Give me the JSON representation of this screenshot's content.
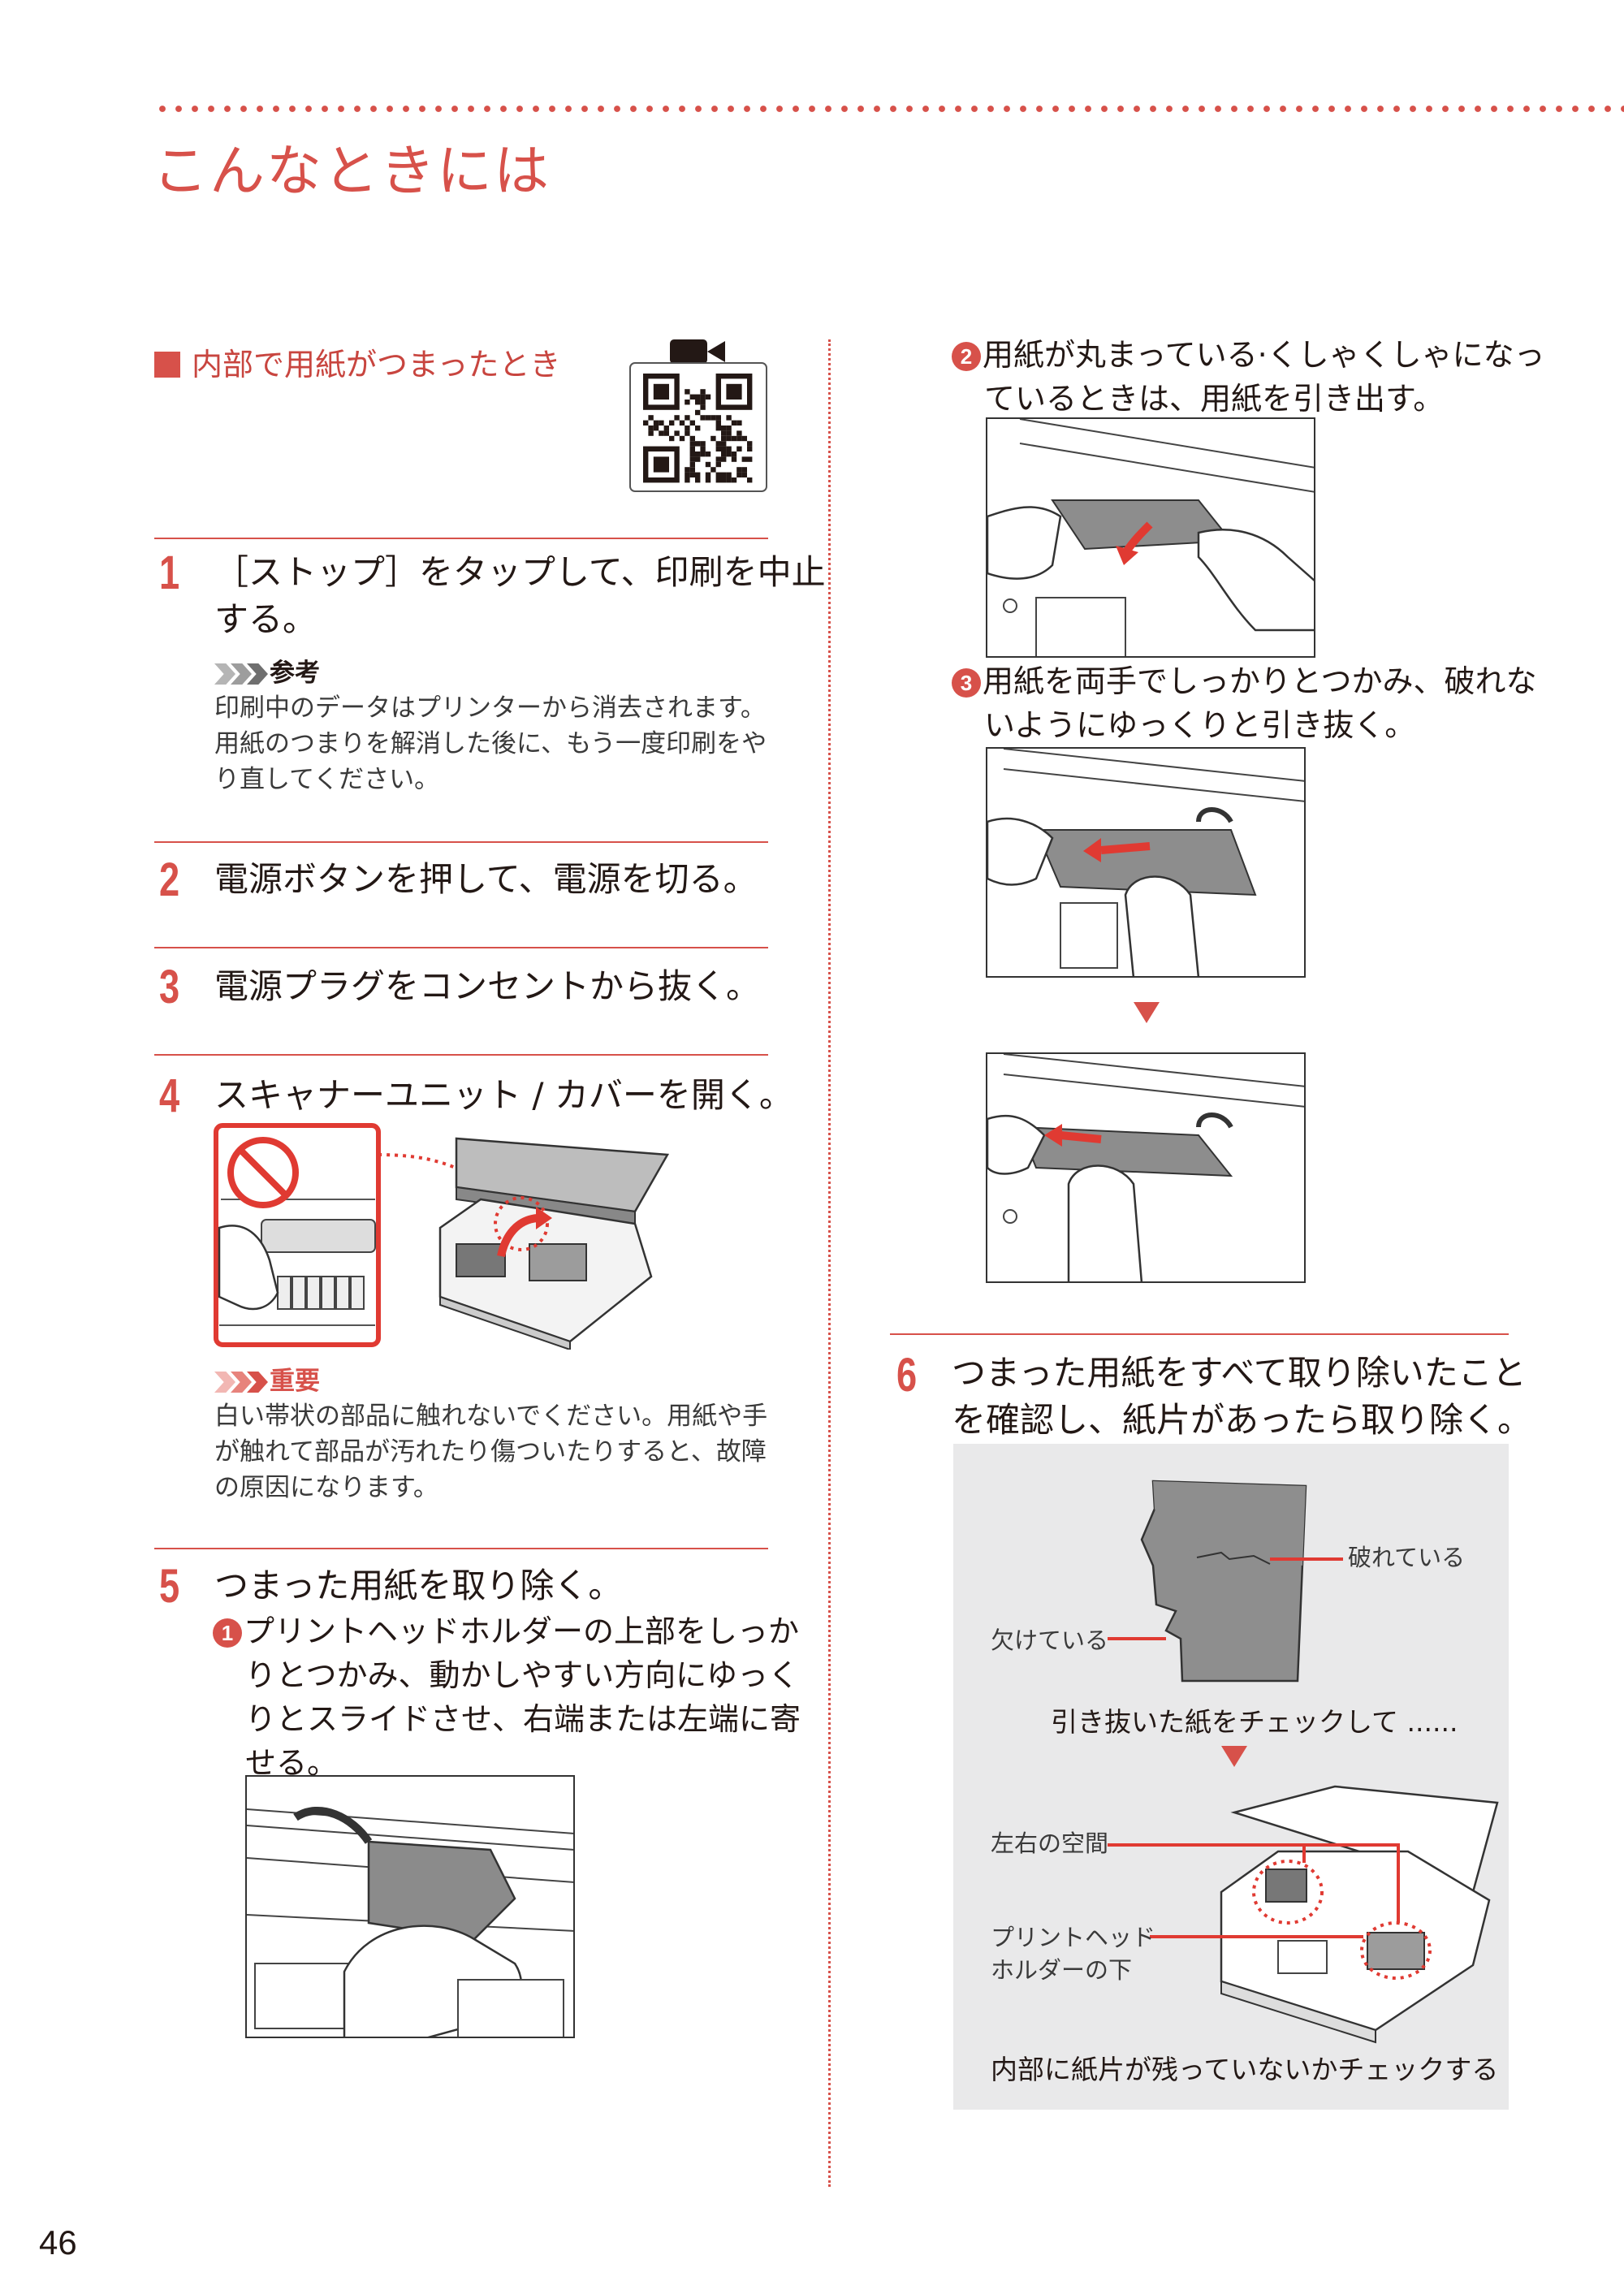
{
  "page": {
    "title": "こんなときには",
    "number": "46"
  },
  "section": {
    "heading": "内部で用紙がつまったとき"
  },
  "steps": [
    {
      "number": "1",
      "lines": [
        "［ストップ］をタップして、印刷を中止",
        "する。"
      ]
    },
    {
      "number": "2",
      "lines": [
        "電源ボタンを押して、電源を切る。"
      ]
    },
    {
      "number": "3",
      "lines": [
        "電源プラグをコンセントから抜く。"
      ]
    },
    {
      "number": "4",
      "lines": [
        "スキャナーユニット / カバーを開く。"
      ]
    },
    {
      "number": "5",
      "lines": [
        "つまった用紙を取り除く。"
      ]
    },
    {
      "number": "6",
      "lines": [
        "つまった用紙をすべて取り除いたこと",
        "を確認し、紙片があったら取り除く。"
      ]
    }
  ],
  "notes": {
    "reference": {
      "label": "参考",
      "lines": [
        "印刷中のデータはプリンターから消去されます。",
        "用紙のつまりを解消した後に、もう一度印刷をや",
        "り直してください。"
      ]
    },
    "important": {
      "label": "重要",
      "lines": [
        "白い帯状の部品に触れないでください。用紙や手",
        "が触れて部品が汚れたり傷ついたりすると、故障",
        "の原因になります。"
      ]
    }
  },
  "substeps": [
    {
      "marker": "1",
      "lines": [
        "プリントヘッドホルダーの上部をしっか",
        "りとつかみ、動かしやすい方向にゆっく",
        "りとスライドさせ、右端または左端に寄",
        "せる。"
      ]
    },
    {
      "marker": "2",
      "lines": [
        "用紙が丸まっている·くしゃくしゃになっ",
        "ているときは、用紙を引き出す。"
      ]
    },
    {
      "marker": "3",
      "lines": [
        "用紙を両手でしっかりとつかみ、破れな",
        "いようにゆっくりと引き抜く。"
      ]
    }
  ],
  "check_panel": {
    "label_torn": "破れている",
    "label_chipped": "欠けている",
    "caption_top": "引き抜いた紙をチェックして ......",
    "label_sides": "左右の空間",
    "label_holder_lines": [
      "プリントヘッド",
      "ホルダーの下"
    ],
    "caption_bottom": "内部に紙片が残っていないかチェックする"
  },
  "colors": {
    "accent": "#d7514a",
    "text": "#231815",
    "panel_bg": "#e9e9ea"
  },
  "icons": {
    "video": "video-camera-icon",
    "qr": "qr-code-icon",
    "prohibited": "prohibited-icon"
  }
}
